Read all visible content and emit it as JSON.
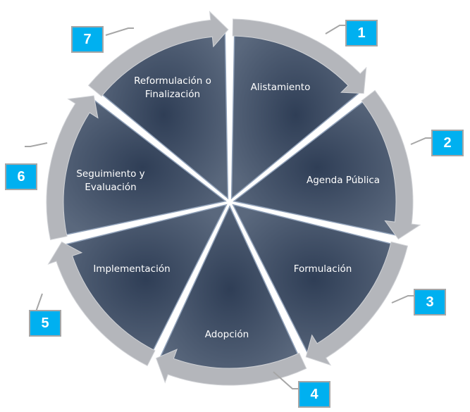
{
  "title": "Ciclo de política pública",
  "colors": {
    "wedge_top": "#5d6b80",
    "wedge_bottom": "#2f3e56",
    "arrow": "#b4b6bb",
    "badge": "#00b0f0"
  },
  "steps": [
    {
      "number": "1",
      "label": "Alistamiento"
    },
    {
      "number": "2",
      "label": "Agenda Pública"
    },
    {
      "number": "3",
      "label": "Formulación"
    },
    {
      "number": "4",
      "label": "Adopción"
    },
    {
      "number": "5",
      "label": "Implementación"
    },
    {
      "number": "6",
      "label": "Seguimiento y Evaluación"
    },
    {
      "number": "7",
      "label": "Reformulación o Finalización"
    }
  ]
}
